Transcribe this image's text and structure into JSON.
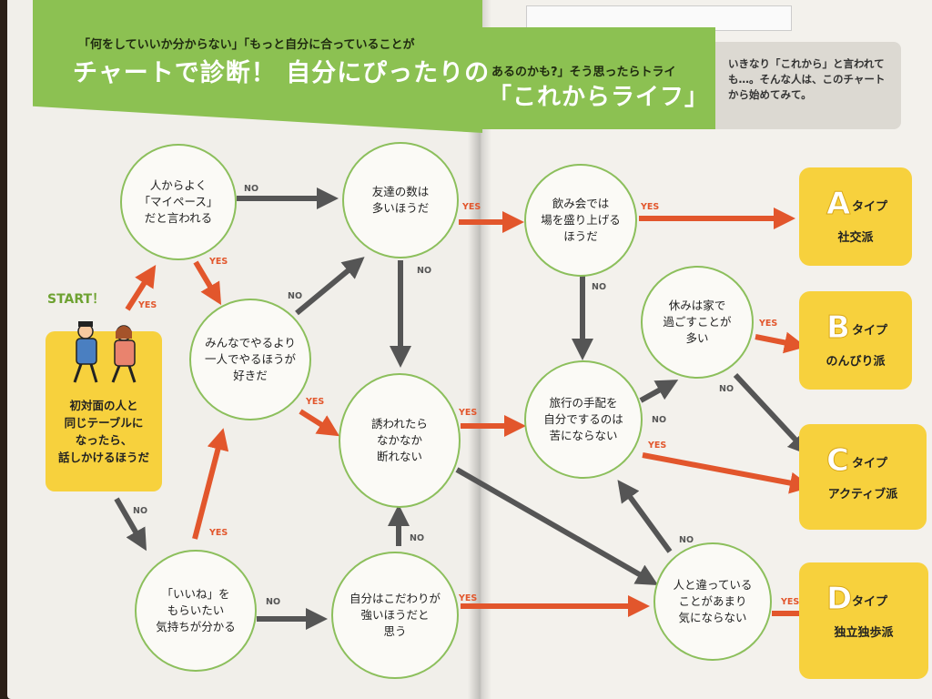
{
  "header": {
    "subtitle_left": "「何をしていいか分からない」「もっと自分に合っていることが",
    "title_left": "チャートで診断！ 自分にぴったりの",
    "subtitle_right": "あるのかも?」そう思ったらトライ",
    "title_right": "「これからライフ」",
    "note": "いきなり「これから」と言われても…。そんな人は、このチャートから始めてみて。"
  },
  "start": {
    "label": "START！",
    "question": "初対面の人と\n同じテーブルに\nなったら、\n話しかけるほうだ"
  },
  "nodes": [
    {
      "id": "q1",
      "text": "人からよく\n「マイペース」\nだと言われる"
    },
    {
      "id": "q2",
      "text": "みんなでやるより\n一人でやるほうが\n好きだ"
    },
    {
      "id": "q3",
      "text": "「いいね」を\nもらいたい\n気持ちが分かる"
    },
    {
      "id": "q4",
      "text": "友達の数は\n多いほうだ"
    },
    {
      "id": "q5",
      "text": "誘われたら\nなかなか\n断れない"
    },
    {
      "id": "q6",
      "text": "自分はこだわりが\n強いほうだと\n思う"
    },
    {
      "id": "q7",
      "text": "飲み会では\n場を盛り上げる\nほうだ"
    },
    {
      "id": "q8",
      "text": "旅行の手配を\n自分でするのは\n苦にならない"
    },
    {
      "id": "q9",
      "text": "休みは家で\n過ごすことが\n多い"
    },
    {
      "id": "q10",
      "text": "人と違っている\nことがあまり\n気にならない"
    }
  ],
  "types": [
    {
      "letter": "A",
      "word": "タイプ",
      "name": "社交派"
    },
    {
      "letter": "B",
      "word": "タイプ",
      "name": "のんびり派"
    },
    {
      "letter": "C",
      "word": "タイプ",
      "name": "アクティブ派"
    },
    {
      "letter": "D",
      "word": "タイプ",
      "name": "独立独歩派"
    }
  ],
  "labels": {
    "yes": "YES",
    "no": "NO"
  },
  "colors": {
    "green": "#8cc152",
    "yellow": "#f7d13d",
    "yes_arrow": "#e2562c",
    "no_arrow": "#555555",
    "circle": "#8cbf5c"
  }
}
